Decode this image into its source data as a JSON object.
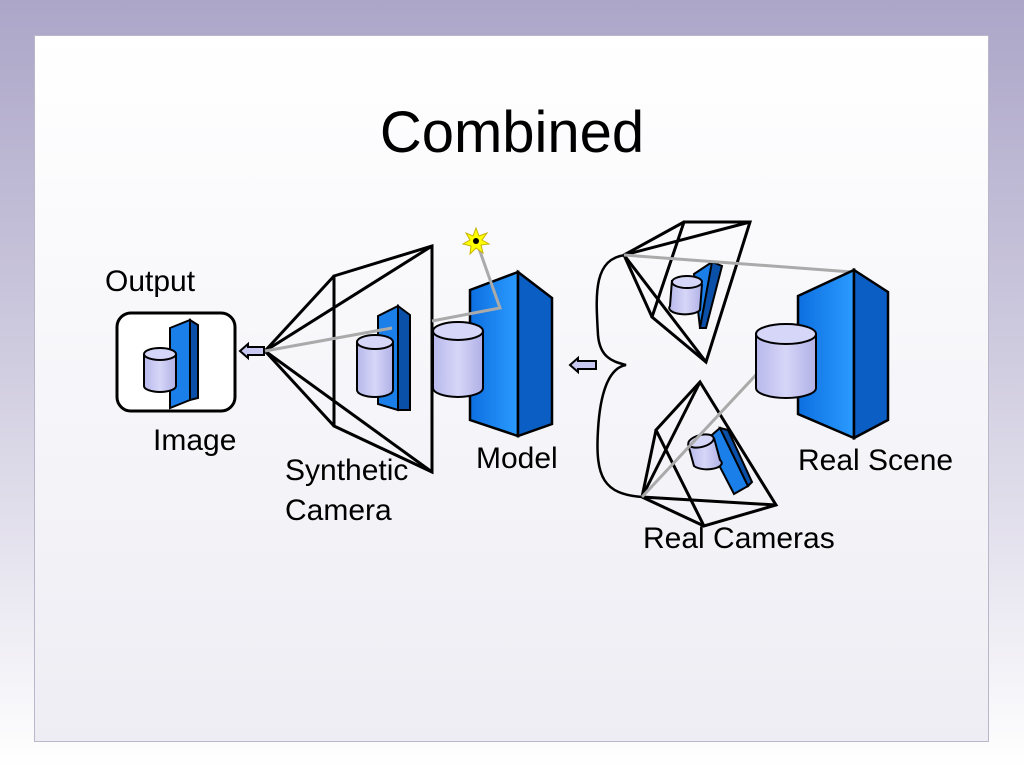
{
  "slide": {
    "title": "Combined"
  },
  "labels": {
    "output": "Output",
    "image": "Image",
    "synthetic_camera_line1": "Synthetic",
    "synthetic_camera_line2": "Camera",
    "model": "Model",
    "real_scene": "Real Scene",
    "real_cameras": "Real Cameras"
  },
  "colors": {
    "box_blue": "#1e90ff",
    "box_dark": "#0a4fa8",
    "cylinder": "#c8c8f0",
    "ray": "#aaaaaa",
    "light": "#ffff00",
    "background_top": "#aca6c8"
  },
  "icons": {
    "light_source": "star-burst-icon",
    "arrow": "left-arrow-icon"
  }
}
